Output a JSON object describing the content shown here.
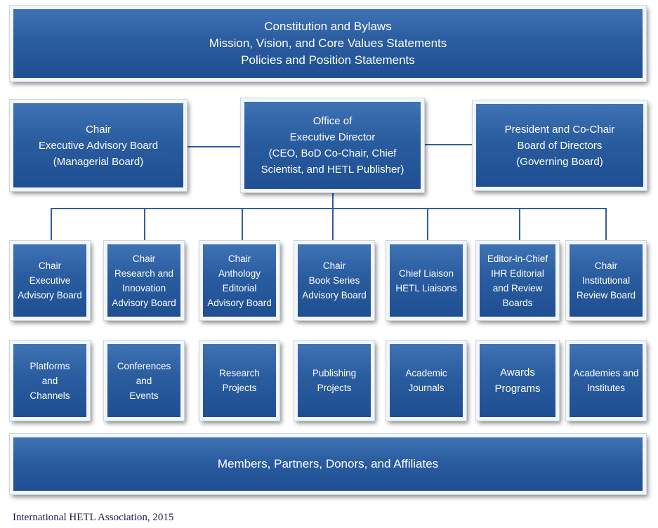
{
  "top_box": {
    "lines": [
      "Constitution and Bylaws",
      "Mission, Vision, and Core Values Statements",
      "Policies and Position Statements"
    ]
  },
  "leadership": {
    "left": [
      "Chair",
      "Executive Advisory Board",
      "(Managerial Board)"
    ],
    "center": [
      "Office of",
      "Executive Director",
      "(CEO, BoD Co-Chair, Chief",
      "Scientist, and HETL Publisher)"
    ],
    "right": [
      "President and Co-Chair",
      "Board of Directors",
      "(Governing Board)"
    ]
  },
  "boards": [
    [
      "Chair",
      "Executive",
      "Advisory Board"
    ],
    [
      "Chair",
      "Research and",
      "Innovation",
      "Advisory Board"
    ],
    [
      "Chair",
      "Anthology",
      "Editorial",
      "Advisory Board"
    ],
    [
      "Chair",
      "Book Series",
      "Advisory Board"
    ],
    [
      "Chief Liaison",
      "HETL Liaisons"
    ],
    [
      "Editor-in-Chief",
      "IHR Editorial",
      "and Review",
      "Boards"
    ],
    [
      "Chair",
      "Institutional",
      "Review Board"
    ]
  ],
  "programs": [
    [
      "Platforms",
      "and",
      "Channels"
    ],
    [
      "Conferences",
      "and",
      "Events"
    ],
    [
      "Research",
      "Projects"
    ],
    [
      "Publishing",
      "Projects"
    ],
    [
      "Academic",
      "Journals"
    ],
    [
      "Awards",
      "Programs"
    ],
    [
      "Academies and",
      "Institutes"
    ]
  ],
  "bottom_box": {
    "label": "Members, Partners, Donors, and Affiliates"
  },
  "footer": {
    "caption": "International HETL Association, 2015"
  }
}
